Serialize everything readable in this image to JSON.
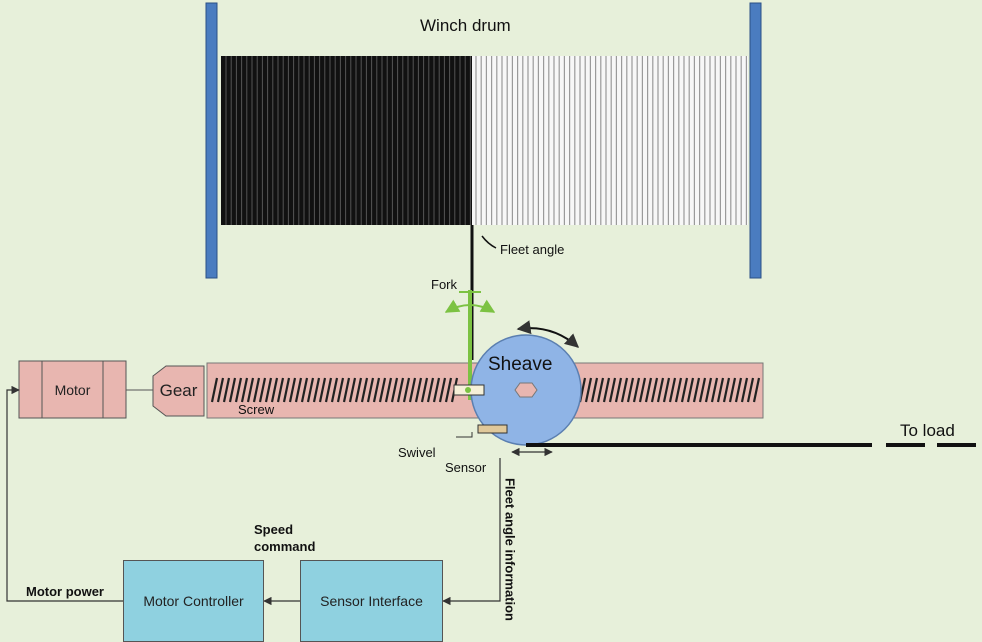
{
  "labels": {
    "winch_drum": "Winch drum",
    "fleet_angle": "Fleet angle",
    "fork": "Fork",
    "sheave": "Sheave",
    "motor": "Motor",
    "gear": "Gear",
    "screw": "Screw",
    "swivel": "Swivel",
    "sensor": "Sensor",
    "to_load": "To load",
    "fleet_angle_information": "Fleet angle information",
    "speed_command": "Speed command",
    "motor_power": "Motor power",
    "motor_controller": "Motor Controller",
    "sensor_interface": "Sensor Interface"
  },
  "colors": {
    "background": "#e7f0da",
    "flange": "#4a7cc0",
    "rope_dark": "#111111",
    "rope_light": "#f4f4f4",
    "pink_block": "#e8b6b0",
    "block_border": "#555555",
    "sheave": "#8fb4e6",
    "control_box": "#8fd1e0",
    "fork": "#7cc242",
    "line": "#333333"
  }
}
